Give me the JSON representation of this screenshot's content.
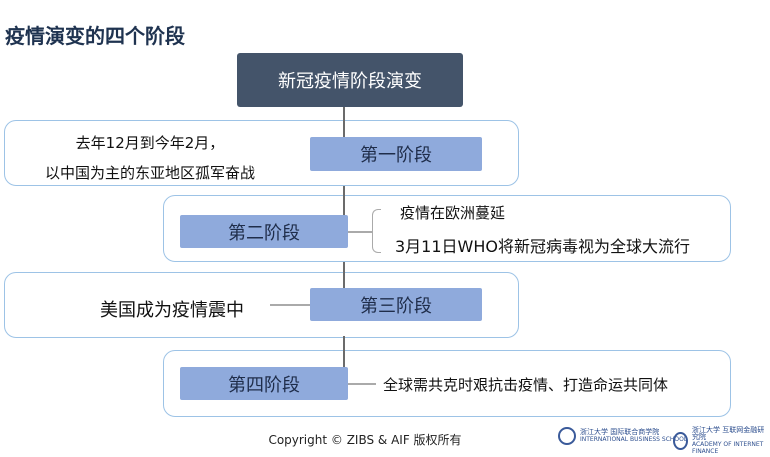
{
  "title": "疫情演变的四个阶段",
  "root": "新冠疫情阶段演变",
  "stages": [
    {
      "label": "第一阶段",
      "details": [
        "去年12月到今年2月，",
        "以中国为主的东亚地区孤军奋战"
      ]
    },
    {
      "label": "第二阶段",
      "details": [
        "疫情在欧洲蔓延",
        "3月11日WHO将新冠病毒视为全球大流行"
      ]
    },
    {
      "label": "第三阶段",
      "details": [
        "美国成为疫情震中"
      ]
    },
    {
      "label": "第四阶段",
      "details": [
        "全球需共克时艰抗击疫情、打造命运共同体"
      ]
    }
  ],
  "footer": {
    "copyright": "Copyright © ZIBS & AIF 版权所有",
    "logos": [
      {
        "cn": "浙江大学 国际联合商学院",
        "en": "INTERNATIONAL BUSINESS SCHOOL"
      },
      {
        "cn": "浙江大学 互联网金融研究院",
        "en": "ACADEMY OF INTERNET FINANCE"
      }
    ]
  },
  "colors": {
    "root": "#44546a",
    "stage_label": "#8faadc",
    "group_border": "#9dc3e6",
    "title": "#1f3350"
  }
}
